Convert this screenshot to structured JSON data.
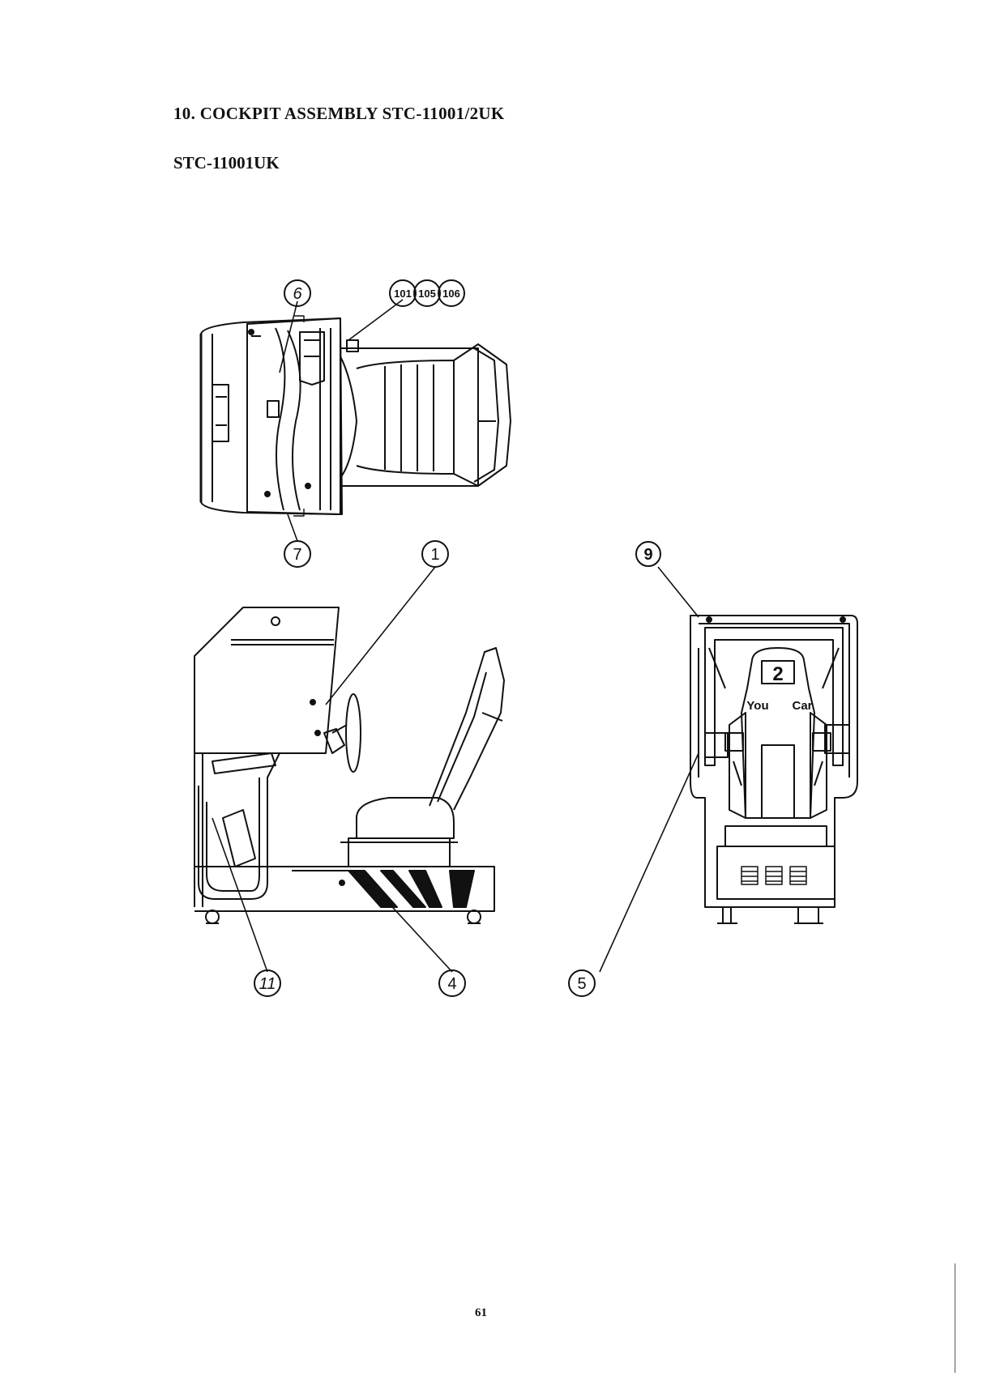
{
  "document": {
    "title": "10. COCKPIT ASSEMBLY STC-11001/2UK",
    "subtitle": "STC-11001UK",
    "page_number": "61"
  },
  "callouts": {
    "c101": "101",
    "c105": "105",
    "c106": "106",
    "c6": "6",
    "c7": "7",
    "c1": "1",
    "c9": "9",
    "c11": "11",
    "c4": "4",
    "c5": "5"
  },
  "decal": {
    "number": "2",
    "brand_left": "You",
    "brand_right": "Car"
  }
}
